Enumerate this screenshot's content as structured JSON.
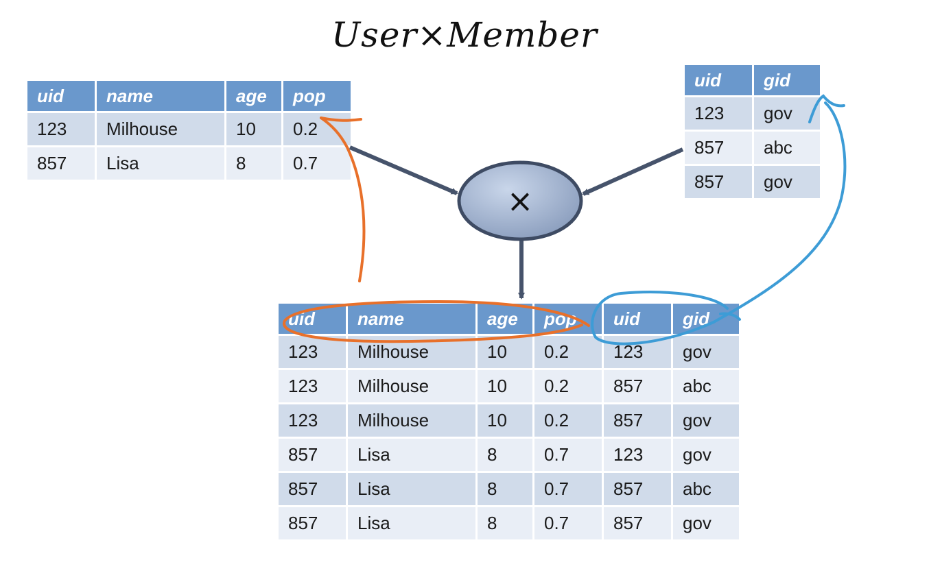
{
  "title": "User×Member",
  "operator": {
    "symbol": "×"
  },
  "user_table": {
    "columns": [
      "uid",
      "name",
      "age",
      "pop"
    ],
    "rows": [
      [
        "123",
        "Milhouse",
        "10",
        "0.2"
      ],
      [
        "857",
        "Lisa",
        "8",
        "0.7"
      ]
    ]
  },
  "member_table": {
    "columns": [
      "uid",
      "gid"
    ],
    "rows": [
      [
        "123",
        "gov"
      ],
      [
        "857",
        "abc"
      ],
      [
        "857",
        "gov"
      ]
    ]
  },
  "result_table": {
    "columns": [
      "uid",
      "name",
      "age",
      "pop",
      "uid",
      "gid"
    ],
    "rows": [
      [
        "123",
        "Milhouse",
        "10",
        "0.2",
        "123",
        "gov"
      ],
      [
        "123",
        "Milhouse",
        "10",
        "0.2",
        "857",
        "abc"
      ],
      [
        "123",
        "Milhouse",
        "10",
        "0.2",
        "857",
        "gov"
      ],
      [
        "857",
        "Lisa",
        "8",
        "0.7",
        "123",
        "gov"
      ],
      [
        "857",
        "Lisa",
        "8",
        "0.7",
        "857",
        "abc"
      ],
      [
        "857",
        "Lisa",
        "8",
        "0.7",
        "857",
        "gov"
      ]
    ]
  },
  "colors": {
    "header": "#6a98cc",
    "row_dark": "#d0dbea",
    "row_light": "#e9eef6",
    "arrow": "#46536b",
    "ink_orange": "#e8702a",
    "ink_blue": "#3d9cd6"
  }
}
